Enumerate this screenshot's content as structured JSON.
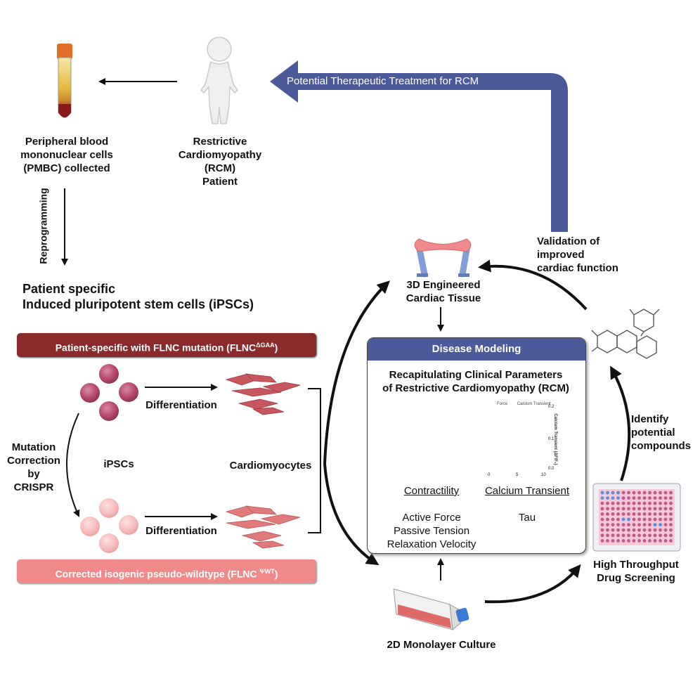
{
  "top_arrow_label": "Potential Therapeutic Treatment for RCM",
  "pbmc_label": [
    "Peripheral blood",
    "mononuclear cells",
    "(PMBC) collected"
  ],
  "patient_label": [
    "Restrictive",
    "Cardiomyopathy",
    "(RCM)",
    "Patient"
  ],
  "reprogramming_label": "Reprogramming",
  "ipsc_title": [
    "Patient specific",
    "Induced pluripotent stem cells (iPSCs)"
  ],
  "mutant_banner": {
    "text": "Patient-specific with FLNC mutation (FLNC",
    "sup": "ΔGAA",
    "close": ")"
  },
  "corrected_banner": {
    "text": "Corrected isogenic pseudo-wildtype (FLNC ",
    "sup": "ΨWT",
    "close": ")"
  },
  "differentiation_label": "Differentiation",
  "ipscs_label": "iPSCs",
  "cardiomyocytes_label": "Cardiomyocytes",
  "crispr_label": [
    "Mutation",
    "Correction",
    "by",
    "CRISPR"
  ],
  "tissue_label": [
    "3D Engineered",
    "Cardiac Tissue"
  ],
  "validation_label": [
    "Validation of",
    "improved",
    "cardiac function"
  ],
  "disease_modeling": {
    "header": "Disease Modeling",
    "subtitle": [
      "Recapitulating Clinical Parameters",
      "of Restrictive Cardiomyopathy (RCM)"
    ],
    "contractility_label": "Contractility",
    "calcium_label": "Calcium Transient",
    "contractility_params": [
      "Active Force",
      "Passive Tension",
      "Relaxation Velocity"
    ],
    "calcium_params": [
      "Tau"
    ],
    "mini_chart": {
      "legend": [
        "Force",
        "Calcium Transient"
      ],
      "y_label": "Calcium Transient (ΔF/F₀)",
      "y_ticks": [
        "0.2",
        "0.1",
        "0.0"
      ],
      "x_ticks": [
        "0",
        "5",
        "10"
      ]
    }
  },
  "identify_label": [
    "Identify",
    "potential",
    "compounds"
  ],
  "hts_label": [
    "High Throughput",
    "Drug Screening"
  ],
  "monolayer_label": "2D Monolayer Culture",
  "colors": {
    "navy_arrow": "#4a5a9a",
    "mutant_red": "#8b2a2a",
    "corrected_pink": "#f08a8a",
    "cell_dark": "#b5476a",
    "cell_light": "#f4b6b6",
    "cardiomyocyte": "#d9646b",
    "tissue_pink": "#f08a8a",
    "post_blue": "#7f9fd6"
  }
}
